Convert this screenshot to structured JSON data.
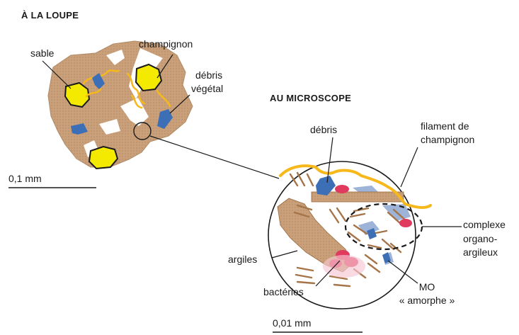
{
  "sections": {
    "loupe_title": "À LA LOUPE",
    "microscope_title": "AU MICROSCOPE"
  },
  "loupe_labels": {
    "sable": "sable",
    "champignon": "champignon",
    "debris_vegetal_1": "débris",
    "debris_vegetal_2": "végétal"
  },
  "microscope_labels": {
    "debris": "débris",
    "filament_1": "filament de",
    "filament_2": "champignon",
    "complexe_1": "complexe",
    "complexe_2": "organo-",
    "complexe_3": "argileux",
    "argiles": "argiles",
    "bacteries": "bactéries",
    "mo_1": "MO",
    "mo_2": "« amorphe »"
  },
  "scales": {
    "loupe": "0,1 mm",
    "microscope": "0,01 mm"
  },
  "colors": {
    "aggregate": "#c9a07a",
    "sand": "#f4ea00",
    "fungus": "#f6b81a",
    "debris": "#3d6fb6",
    "bacteria": "#e03a5e",
    "clay": "#9a6a3c",
    "organic_matter": "#9db3d8"
  }
}
